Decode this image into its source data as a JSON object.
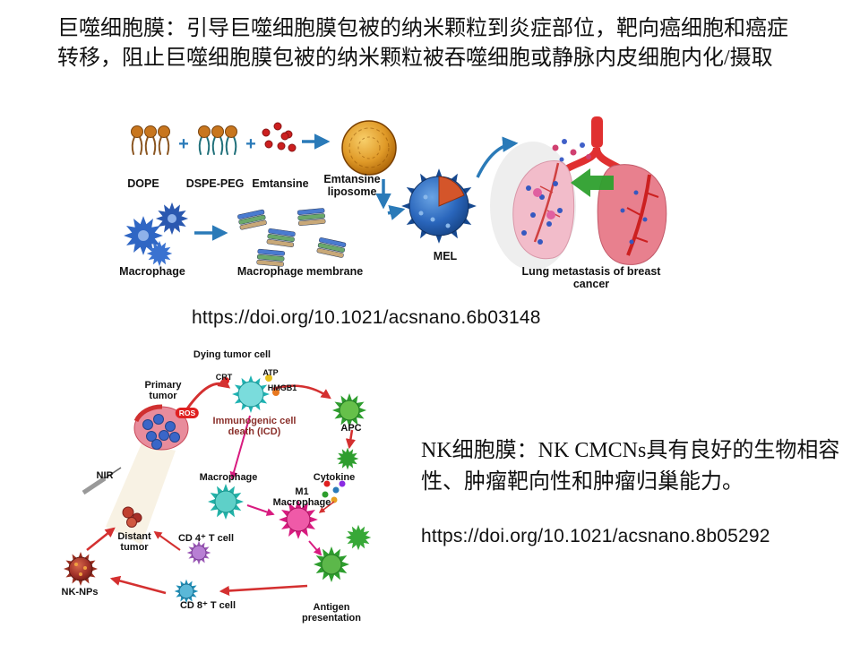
{
  "texts": {
    "paragraph1": "巨噬细胞膜：引导巨噬细胞膜包被的纳米颗粒到炎症部位，靶向癌细胞和癌症转移，阻止巨噬细胞膜包被的纳米颗粒被吞噬细胞或静脉内皮细胞内化/摄取",
    "citation1": "https://doi.org/10.1021/acsnano.6b03148",
    "paragraph2": "NK细胞膜：NK CMCNs具有良好的生物相容性、肿瘤靶向性和肿瘤归巢能力。",
    "citation2": "https://doi.org/10.1021/acsnano.8b05292"
  },
  "figure1": {
    "plus": "+",
    "labels": {
      "dope": "DOPE",
      "dspe_peg": "DSPE-PEG",
      "emtansine": "Emtansine",
      "emtansine_liposome": "Emtansine liposome",
      "macrophage": "Macrophage",
      "macrophage_membrane": "Macrophage membrane",
      "mel": "MEL",
      "lung_metastasis": "Lung metastasis of breast cancer"
    }
  },
  "figure2": {
    "labels": {
      "dying_tumor_cell": "Dying tumor cell",
      "crt": "CRT",
      "atp": "ATP",
      "hmgb1": "HMGB1",
      "primary_tumor": "Primary tumor",
      "ros": "ROS",
      "icd": "Immunogenic cell death (ICD)",
      "apc": "APC",
      "nir": "NIR",
      "macrophage": "Macrophage",
      "m1_macrophage": "M1 Macrophage",
      "cytokine": "Cytokine",
      "distant_tumor": "Distant tumor",
      "cd4_t_cell": "CD 4⁺ T cell",
      "nk_nps": "NK-NPs",
      "cd8_t_cell": "CD 8⁺ T cell",
      "antigen_presentation": "Antigen presentation"
    }
  },
  "colors": {
    "accent_blue": "#2a7ab8",
    "arrow_red": "#d43030",
    "magenta_cell": "#d81b7f",
    "teal_cell": "#20b2aa",
    "green_cell": "#2e9e2e"
  }
}
